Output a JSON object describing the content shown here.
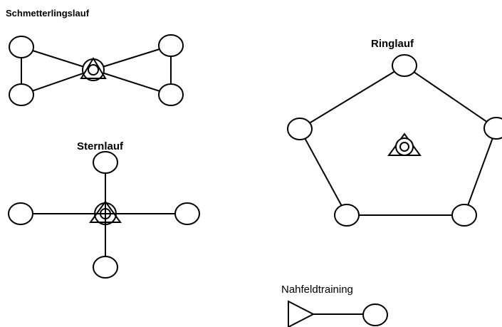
{
  "diagrams": {
    "butterfly": {
      "title": "Schmetterlingslauf"
    },
    "ring": {
      "title": "Ringlauf"
    },
    "star": {
      "title": "Sternlauf"
    },
    "near_field": {
      "title": "Nahfeldtraining"
    }
  },
  "colors": {
    "stroke": "#000000",
    "background": "#ffffff"
  }
}
